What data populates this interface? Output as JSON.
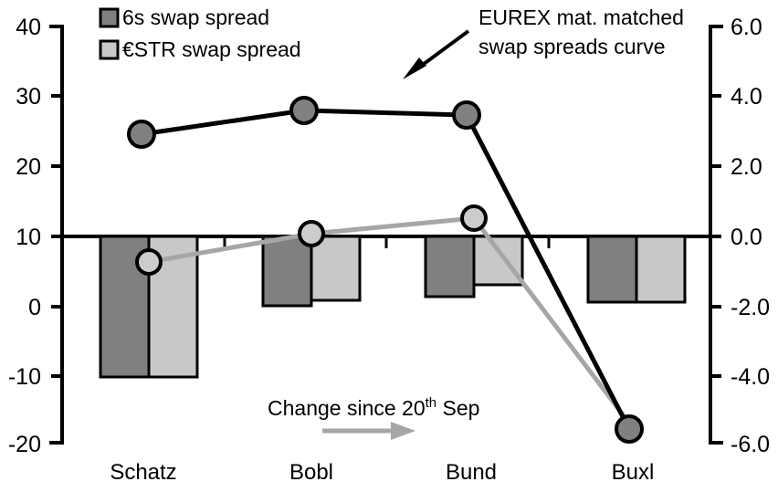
{
  "chart_data": {
    "type": "bar",
    "title": "",
    "xlabel": "",
    "ylabel": "",
    "categories": [
      "Schatz",
      "Bobl",
      "Bund",
      "Buxl"
    ],
    "left_axis": {
      "ticks": [
        "40",
        "30",
        "20",
        "10",
        "0",
        "-10",
        "-20"
      ],
      "values": [
        40,
        30,
        20,
        10,
        0,
        -10,
        -20
      ],
      "ylim": [
        -20,
        40
      ]
    },
    "right_axis": {
      "ticks": [
        "6.0",
        "4.0",
        "2.0",
        "0.0",
        "-2.0",
        "-4.0",
        "-6.0"
      ],
      "values": [
        6.0,
        4.0,
        2.0,
        0.0,
        -2.0,
        -4.0,
        -6.0
      ],
      "ylim": [
        -6.0,
        6.0
      ]
    },
    "zero_line_left_value": 10,
    "grid": false,
    "series": [
      {
        "name": "6s swap spread",
        "kind": "bar",
        "axis": "right",
        "color": "#808080",
        "values": [
          -4.05,
          -2.0,
          -1.72,
          -1.88
        ]
      },
      {
        "name": "€STR swap spread",
        "kind": "bar",
        "axis": "right",
        "color": "#c8c8c8",
        "values": [
          -4.05,
          -1.85,
          -1.38,
          -1.88
        ]
      },
      {
        "name": "EUREX mat. matched swap spreads curve",
        "kind": "line",
        "axis": "left",
        "color": "#000000",
        "marker_fill": "#808080",
        "values": [
          24.5,
          28.0,
          27.4,
          -18.1
        ]
      },
      {
        "name": "Change since 20th Sep",
        "kind": "line",
        "axis": "left",
        "color": "#a6a6a6",
        "marker_fill": "#cccccc",
        "values": [
          6.1,
          10.5,
          12.7,
          -18.4
        ]
      }
    ]
  },
  "legend": {
    "position": "top-left",
    "items": [
      {
        "label": "6s swap spread",
        "color": "#808080"
      },
      {
        "label": "€STR swap spread",
        "color": "#c8c8c8"
      }
    ]
  },
  "annotations": {
    "curve_note": {
      "line1": "EUREX mat. matched",
      "line2": "swap spreads curve",
      "arrow": "arrow-to-lower-left"
    },
    "change_note": {
      "prefix": "Change since 20",
      "superscript": "th",
      "suffix": " Sep",
      "arrow": "arrow-right"
    }
  },
  "colors": {
    "bar_dark": "#808080",
    "bar_light": "#c8c8c8",
    "line_dark": "#000000",
    "line_gray": "#a6a6a6",
    "marker_dark_fill": "#808080",
    "marker_light_fill": "#cccccc",
    "axis": "#000000"
  }
}
